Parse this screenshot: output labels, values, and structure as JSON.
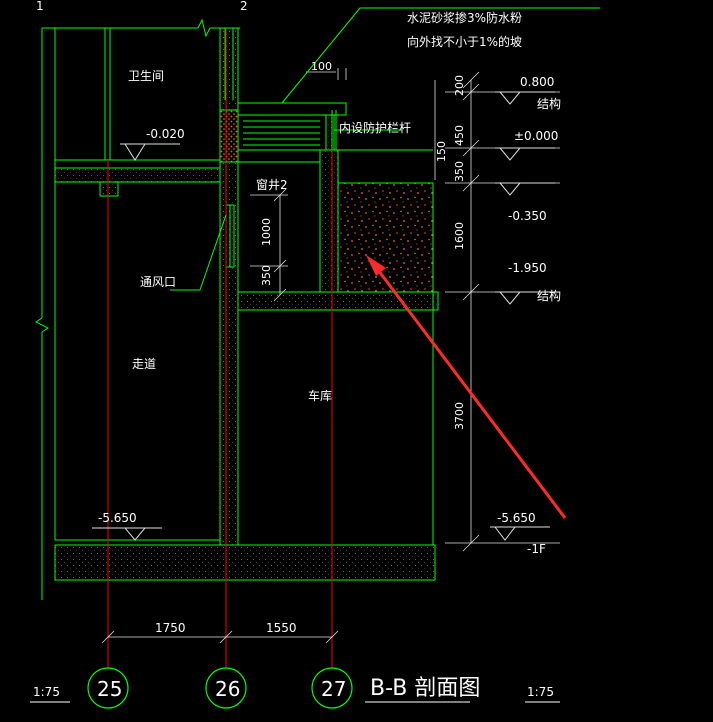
{
  "notes": {
    "line1": "水泥砂浆掺3%防水粉",
    "line2": "向外找不小于1%的坡",
    "guardrail": "内设防护栏杆"
  },
  "rooms": {
    "bathroom": "卫生间",
    "window_well": "窗井2",
    "vent": "通风口",
    "corridor": "走道",
    "garage": "车库"
  },
  "levels": {
    "bath": "-0.020",
    "corridor_floor": "-5.650",
    "l1": "0.800",
    "l2": "±0.000",
    "l3": "-0.350",
    "l4": "-1.950",
    "l5": "-5.650",
    "struct1": "结构",
    "struct2": "结构",
    "floor_tag": "-1F"
  },
  "dims": {
    "top_100": "100",
    "d200": "200",
    "d450": "450",
    "d150": "150",
    "d350_right": "350",
    "d1600": "1600",
    "d3700": "3700",
    "d1000": "1000",
    "d350_left": "350",
    "span1": "1750",
    "span2": "1550"
  },
  "axes": {
    "a25": "25",
    "a26": "26",
    "a27": "27",
    "a1": "1",
    "a2": "2"
  },
  "title_block": {
    "scale_left": "1:75",
    "title": "B-B 剖面图",
    "scale_right": "1:75"
  },
  "colors": {
    "background": "#000000",
    "wall": "#00ff00",
    "axis": "#ff0000",
    "hatch": "#ff5500",
    "text": "#ffffff",
    "leader": "#00ff00",
    "arrow": "#ff2a2a"
  }
}
